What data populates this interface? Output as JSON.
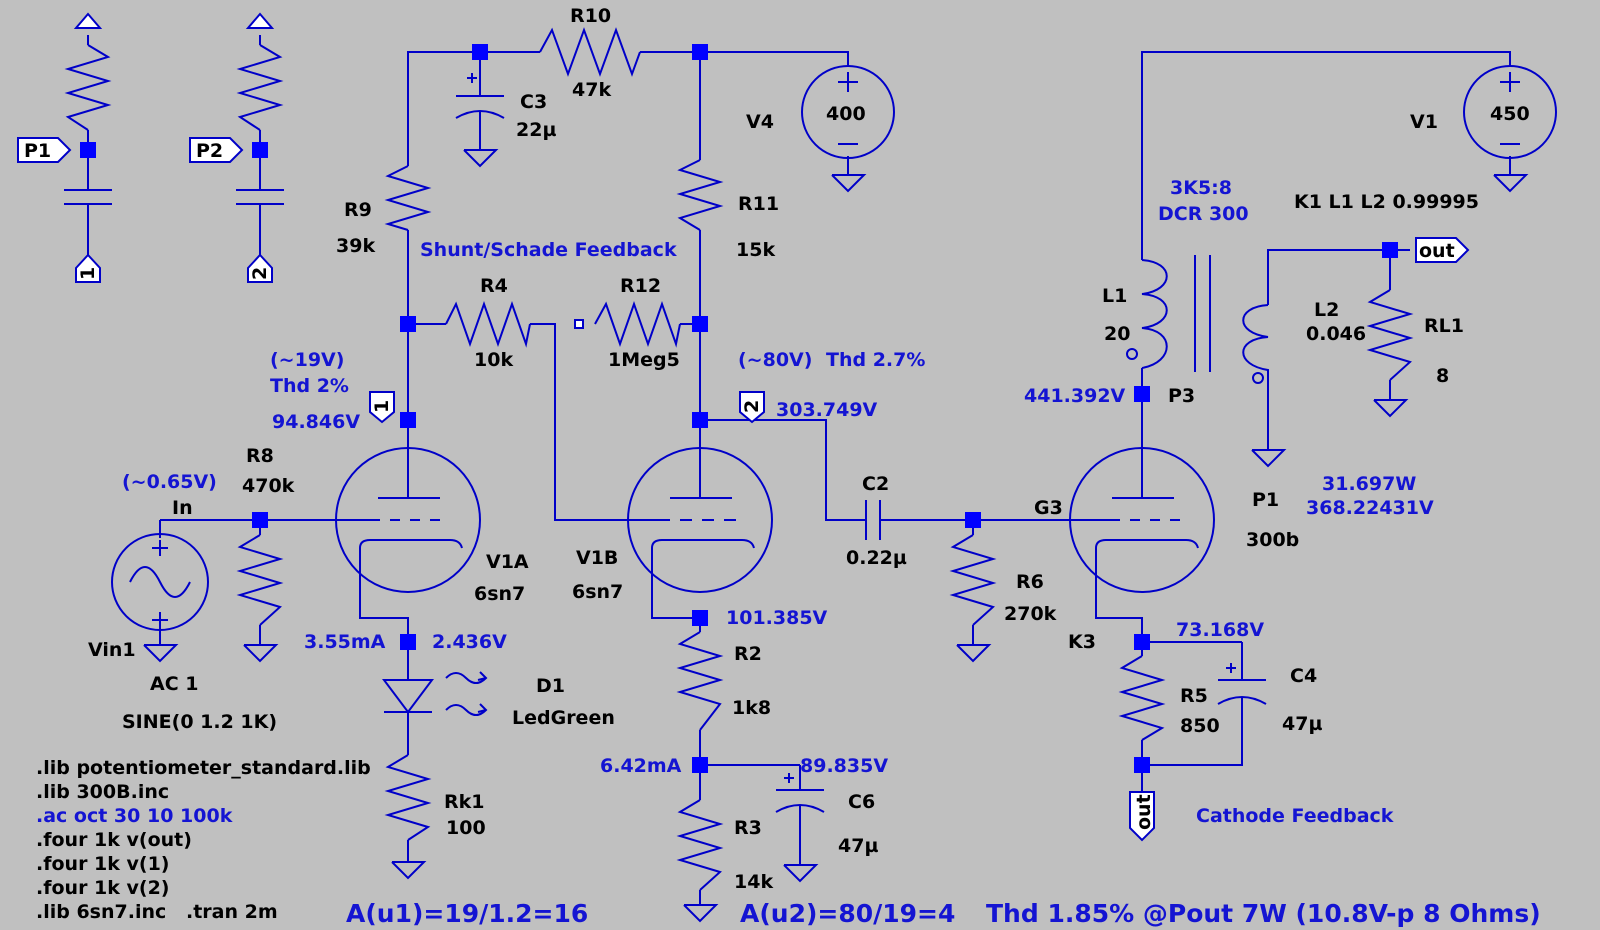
{
  "labels": {
    "r10_name": "R10",
    "r10_val": "47k",
    "c3_name": "C3",
    "c3_val": "22µ",
    "v4_name": "V4",
    "v4_val": "400",
    "v1_name": "V1",
    "v1_val": "450",
    "r9_name": "R9",
    "r9_val": "39k",
    "r11_name": "R11",
    "r11_val": "15k",
    "shunt_note": "Shunt/Schade Feedback",
    "r4_name": "R4",
    "r4_val": "10k",
    "r12_name": "R12",
    "r12_val": "1Meg5",
    "xfmr_ratio": "3K5:8",
    "xfmr_dcr": "DCR 300",
    "coupling": "K1 L1 L2 0.99995",
    "l1_name": "L1",
    "l1_val": "20",
    "l2_name": "L2",
    "l2_val": "0.046",
    "rl1_name": "RL1",
    "rl1_val": "8",
    "out_flag": "out",
    "p1_flag": "P1",
    "p2_flag": "P2",
    "flag_1": "1",
    "flag_2": "2",
    "note_19v": "(~19V)",
    "note_thd2": "Thd 2%",
    "note_80v": "(~80V)",
    "note_thd27": "Thd 2.7%",
    "v_94": "94.846V",
    "v_303": "303.749V",
    "v_441": "441.392V",
    "p3": "P3",
    "note_065": "(~0.65V)",
    "in_label": "In",
    "r8_name": "R8",
    "r8_val": "470k",
    "v1a_name": "V1A",
    "v1a_model": "6sn7",
    "v1b_name": "V1B",
    "v1b_model": "6sn7",
    "c2_name": "C2",
    "c2_val": "0.22µ",
    "g3": "G3",
    "p1_name": "P1",
    "p1_model": "300b",
    "pwr": "31.697W",
    "pv": "368.22431V",
    "r6_name": "R6",
    "r6_val": "270k",
    "vin1": "Vin1",
    "ac1": "AC 1",
    "sine": "SINE(0 1.2 1K)",
    "i_355": "3.55mA",
    "v_2436": "2.436V",
    "d1_name": "D1",
    "d1_model": "LedGreen",
    "v_101": "101.385V",
    "r2_name": "R2",
    "r2_val": "1k8",
    "k3": "K3",
    "v_73": "73.168V",
    "c4_name": "C4",
    "c4_val": "47µ",
    "r5_name": "R5",
    "r5_val": "850",
    "i_642": "6.42mA",
    "v_89": "89.835V",
    "c6_name": "C6",
    "c6_val": "47µ",
    "rk1_name": "Rk1",
    "rk1_val": "100",
    "r3_name": "R3",
    "r3_val": "14k",
    "cathode_note": "Cathode Feedback",
    "out_flag_v": "out",
    "gain1": "A(u1)=19/1.2=16",
    "gain2": "A(u2)=80/19=4",
    "thd_total": "Thd 1.85% @Pout 7W (10.8V-p 8 Ohms)"
  },
  "directives": [
    ".lib potentiometer_standard.lib",
    ".lib 300B.inc",
    ".ac oct 30 10 100k",
    ".four 1k v(out)",
    ".four 1k v(1)",
    ".four 1k v(2)",
    ".lib 6sn7.inc",
    ".tran 2m"
  ]
}
